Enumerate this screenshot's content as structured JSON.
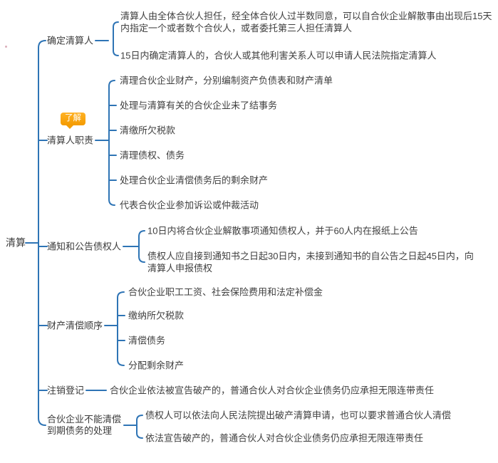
{
  "root": {
    "label": "清算"
  },
  "colors": {
    "line": "#2E74B5",
    "text": "#3F3F3F",
    "badge_bg": "#F49D04",
    "badge_text": "#FFFFFF"
  },
  "branches": [
    {
      "label": "确定清算人",
      "leaves": [
        "清算人由全体合伙人担任，经全体合伙人过半数同意，可以自合伙企业解散事由出现后15天\n内指定一个或者数个合伙人，或者委托第三人担任清算人",
        "15日内确定清算人的，合伙人或其他利害关系人可以申请人民法院指定清算人"
      ]
    },
    {
      "label": "清算人职责",
      "badge": "了解",
      "leaves": [
        "清理合伙企业财产，分别编制资产负债表和财产清单",
        "处理与清算有关的合伙企业未了结事务",
        "清缴所欠税款",
        "清理债权、债务",
        "处理合伙企业清偿债务后的剩余财产",
        "代表合伙企业参加诉讼或仲裁活动"
      ]
    },
    {
      "label": "通知和公告债权人",
      "leaves": [
        "10日内将合伙企业解散事项通知债权人，并于60人内在报纸上公告",
        "债权人应自接到通知书之日起30日内，未接到通知书的自公告之日起45日内，向\n清算人申报债权"
      ]
    },
    {
      "label": "财产清偿顺序",
      "leaves": [
        "合伙企业职工工资、社会保险费用和法定补偿金",
        "缴纳所欠税款",
        "清偿债务",
        "分配剩余财产"
      ]
    },
    {
      "label": "注销登记",
      "leaves": [
        "合伙企业依法被宣告破产的，普通合伙人对合伙企业债务仍应承担无限连带责任"
      ]
    },
    {
      "label": "合伙企业不能清偿\n到期债务的处理",
      "leaves": [
        "债权人可以依法向人民法院提出破产清算申请，也可以要求普通合伙人清偿",
        "依法宣告破产的，普通合伙人对合伙企业债务仍应承担无限连带责任"
      ]
    }
  ]
}
